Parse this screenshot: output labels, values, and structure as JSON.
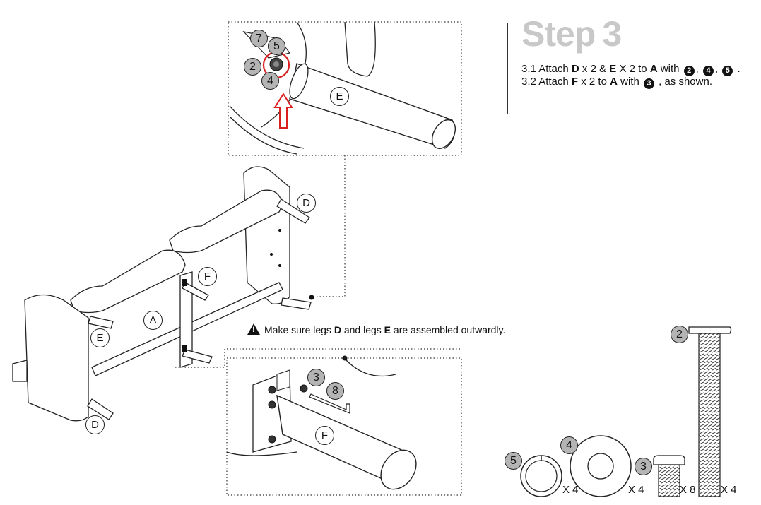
{
  "step": {
    "word": "Step",
    "number": "3"
  },
  "instructions": [
    {
      "prefix": "3.1 Attach ",
      "p1": "D",
      "t1": " x 2 & ",
      "p2": "E",
      "t2": " X 2 to ",
      "p3": "A",
      "t3": " with ",
      "c1": "2",
      "c2": "4",
      "c3": "5",
      "sep1": ",",
      "sep2": ",",
      "end": "."
    },
    {
      "prefix": "3.2 Attach ",
      "p1": "F",
      "t1": " x 2 to ",
      "p2": "A",
      "t2": " with ",
      "c1": "3",
      "end": ", as shown."
    }
  ],
  "warning": {
    "pre": "Make sure legs ",
    "p1": "D",
    "mid": " and legs ",
    "p2": "E",
    "post": " are assembled outwardly."
  },
  "labels": {
    "A": "A",
    "D": "D",
    "E": "E",
    "F": "F"
  },
  "hardware_callouts": {
    "h2": "2",
    "h3": "3",
    "h4": "4",
    "h5": "5",
    "h7": "7",
    "h8": "8"
  },
  "parts": [
    {
      "id": "5",
      "qty": "X 4"
    },
    {
      "id": "4",
      "qty": "X 4"
    },
    {
      "id": "3",
      "qty": "X 8"
    },
    {
      "id": "2",
      "qty": "X 4"
    }
  ],
  "colors": {
    "callout_fill": "#b4b4b4",
    "highlight_red": "#d9201f",
    "step_gray": "#c8c8c8"
  }
}
